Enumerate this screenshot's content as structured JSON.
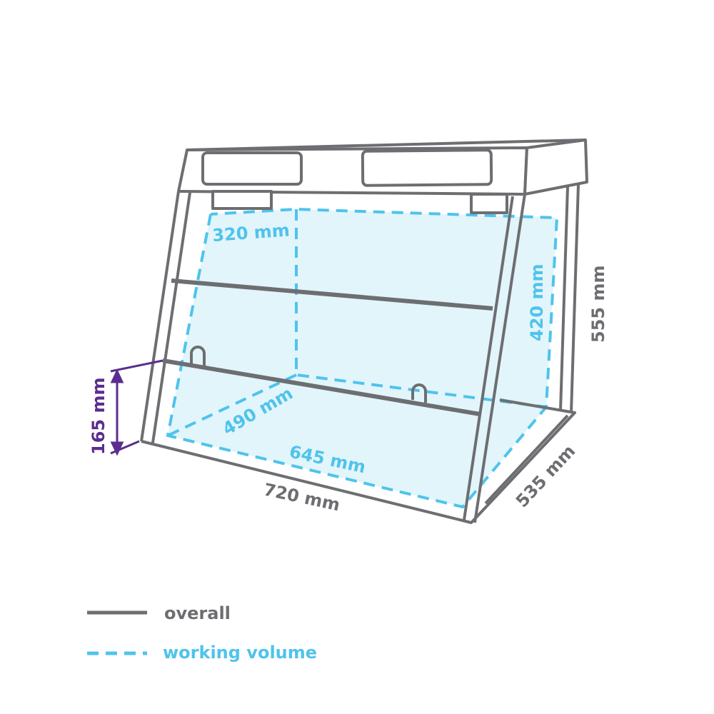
{
  "colors": {
    "overall": "#6d6e71",
    "working": "#4fc3ec",
    "fill": "#e1f5fb",
    "height_marker": "#5b2d8e"
  },
  "dimensions": {
    "overall_width": "720 mm",
    "overall_depth": "535 mm",
    "overall_height": "555 mm",
    "front_opening_height": "165 mm",
    "working_width": "645 mm",
    "working_depth": "490 mm",
    "working_height": "420 mm",
    "working_top_depth": "320 mm"
  },
  "legend": {
    "overall": "overall",
    "working": "working volume"
  }
}
